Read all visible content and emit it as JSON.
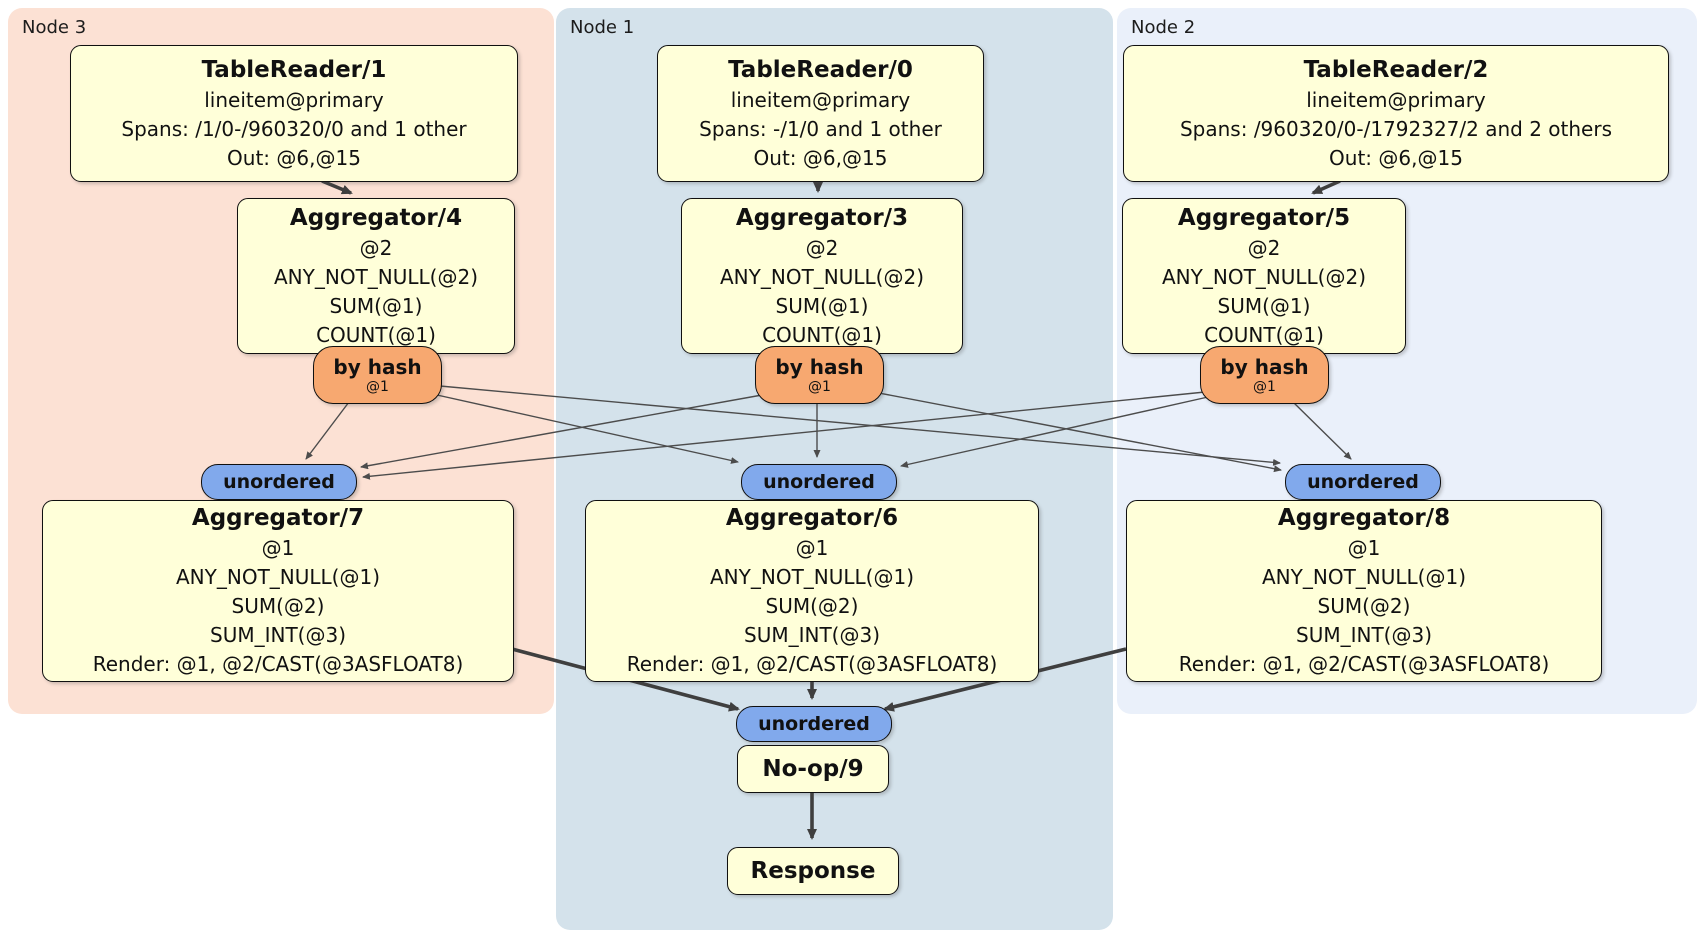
{
  "colors": {
    "node3_region_bg": "#fce1d4",
    "node1_region_bg": "#d4e2eb",
    "node2_region_bg": "#eaf0fa",
    "processor_box_fill": "#ffffd9",
    "router_fill": "#f7a870",
    "sync_fill": "#81a9ec",
    "edge_color": "#3f3f3f"
  },
  "nodes": [
    {
      "label": "Node 3",
      "table_reader": {
        "title": "TableReader/1",
        "lines": [
          "lineitem@primary",
          "Spans: /1/0-/960320/0 and 1 other",
          "Out: @6,@15"
        ]
      },
      "aggregator_top": {
        "title": "Aggregator/4",
        "lines": [
          "@2",
          "ANY_NOT_NULL(@2)",
          "SUM(@1)",
          "COUNT(@1)"
        ]
      },
      "router": {
        "label": "by hash",
        "detail": "@1"
      },
      "sync": {
        "label": "unordered"
      },
      "aggregator_bottom": {
        "title": "Aggregator/7",
        "lines": [
          "@1",
          "ANY_NOT_NULL(@1)",
          "SUM(@2)",
          "SUM_INT(@3)",
          "Render: @1, @2/CAST(@3ASFLOAT8)"
        ]
      }
    },
    {
      "label": "Node 1",
      "table_reader": {
        "title": "TableReader/0",
        "lines": [
          "lineitem@primary",
          "Spans: -/1/0 and 1 other",
          "Out: @6,@15"
        ]
      },
      "aggregator_top": {
        "title": "Aggregator/3",
        "lines": [
          "@2",
          "ANY_NOT_NULL(@2)",
          "SUM(@1)",
          "COUNT(@1)"
        ]
      },
      "router": {
        "label": "by hash",
        "detail": "@1"
      },
      "sync": {
        "label": "unordered"
      },
      "aggregator_bottom": {
        "title": "Aggregator/6",
        "lines": [
          "@1",
          "ANY_NOT_NULL(@1)",
          "SUM(@2)",
          "SUM_INT(@3)",
          "Render: @1, @2/CAST(@3ASFLOAT8)"
        ]
      }
    },
    {
      "label": "Node 2",
      "table_reader": {
        "title": "TableReader/2",
        "lines": [
          "lineitem@primary",
          "Spans: /960320/0-/1792327/2 and 2 others",
          "Out: @6,@15"
        ]
      },
      "aggregator_top": {
        "title": "Aggregator/5",
        "lines": [
          "@2",
          "ANY_NOT_NULL(@2)",
          "SUM(@1)",
          "COUNT(@1)"
        ]
      },
      "router": {
        "label": "by hash",
        "detail": "@1"
      },
      "sync": {
        "label": "unordered"
      },
      "aggregator_bottom": {
        "title": "Aggregator/8",
        "lines": [
          "@1",
          "ANY_NOT_NULL(@1)",
          "SUM(@2)",
          "SUM_INT(@3)",
          "Render: @1, @2/CAST(@3ASFLOAT8)"
        ]
      }
    }
  ],
  "final_stage": {
    "sync_label": "unordered",
    "noop_label": "No-op/9",
    "response_label": "Response"
  }
}
